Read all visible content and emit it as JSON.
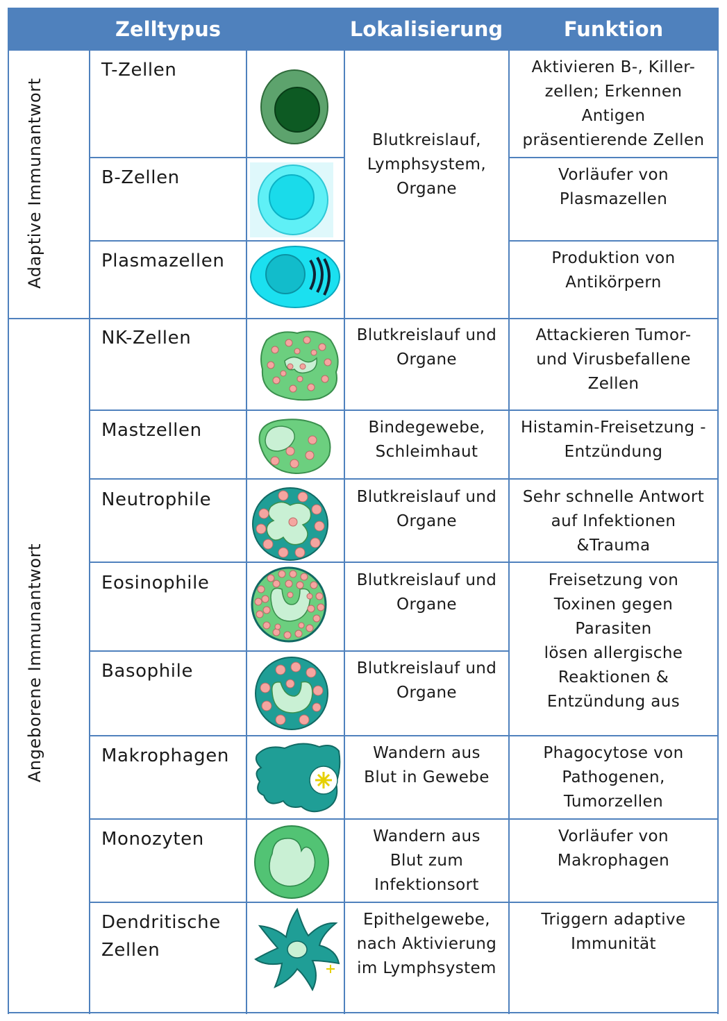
{
  "header": {
    "col_type": "Zelltypus",
    "col_loc": "Lokalisierung",
    "col_func": "Funktion"
  },
  "groups": {
    "adaptive": "Adaptive  Immunantwort",
    "innate": "Angeborene  Immunantwort"
  },
  "rows": [
    {
      "name": "T-Zellen",
      "icon": "t-cell-icon",
      "func": [
        "Aktivieren B-, Killer-",
        "zellen;  Erkennen",
        "Antigen",
        "präsentierende  Zellen"
      ]
    },
    {
      "name": "B-Zellen",
      "icon": "b-cell-icon",
      "func": [
        "Vorläufer von",
        "Plasmazellen"
      ]
    },
    {
      "name": "Plasmazellen",
      "icon": "plasma-cell-icon",
      "func": [
        "Produktion von",
        "Antikörpern"
      ]
    },
    {
      "name": "NK-Zellen",
      "icon": "nk-cell-icon",
      "loc": [
        "Blutkreislauf und",
        "Organe"
      ],
      "func": [
        "Attackieren Tumor-",
        "und  Virusbefallene",
        "Zellen"
      ]
    },
    {
      "name": "Mastzellen",
      "icon": "mast-cell-icon",
      "loc": [
        "Bindegewebe,",
        "Schleimhaut"
      ],
      "func": [
        "Histamin-Freisetzung -",
        "Entzündung"
      ]
    },
    {
      "name": "Neutrophile",
      "icon": "neutrophil-icon",
      "loc": [
        "Blutkreislauf und",
        "Organe"
      ],
      "func": [
        "Sehr schnelle Antwort",
        "auf Infektionen",
        "&Trauma"
      ]
    },
    {
      "name": "Eosinophile",
      "icon": "eosinophil-icon",
      "loc": [
        "Blutkreislauf und",
        "Organe"
      ]
    },
    {
      "name": "Basophile",
      "icon": "basophil-icon",
      "loc": [
        "Blutkreislauf und",
        "Organe"
      ]
    },
    {
      "name": "Makrophagen",
      "icon": "macrophage-icon",
      "loc": [
        "Wandern aus",
        "Blut in Gewebe"
      ],
      "func": [
        "Phagocytose von",
        "Pathogenen,",
        "Tumorzellen"
      ]
    },
    {
      "name": "Monozyten",
      "icon": "monocyte-icon",
      "loc": [
        "Wandern aus",
        "Blut zum",
        "Infektionsort"
      ],
      "func": [
        "Vorläufer von",
        "Makrophagen"
      ]
    },
    {
      "name": "Dendritische Zellen",
      "name_lines": [
        "Dendritische",
        "Zellen"
      ],
      "icon": "dendritic-cell-icon",
      "loc": [
        "Epithelgewebe,",
        "nach Aktivierung",
        "im Lymphsystem"
      ],
      "func": [
        "Triggern adaptive",
        "Immunität"
      ]
    }
  ],
  "merged": {
    "adaptive_loc": [
      "Blutkreislauf,",
      "Lymphsystem,",
      "Organe"
    ],
    "eos_baso_func": [
      "Freisetzung von",
      "Toxinen gegen",
      "Parasiten",
      "lösen allergische",
      "Reaktionen &",
      "Entzündung aus"
    ]
  },
  "colors": {
    "header": "#4f81bd",
    "grid": "#4f81bd",
    "header_text": "#ffffff"
  }
}
